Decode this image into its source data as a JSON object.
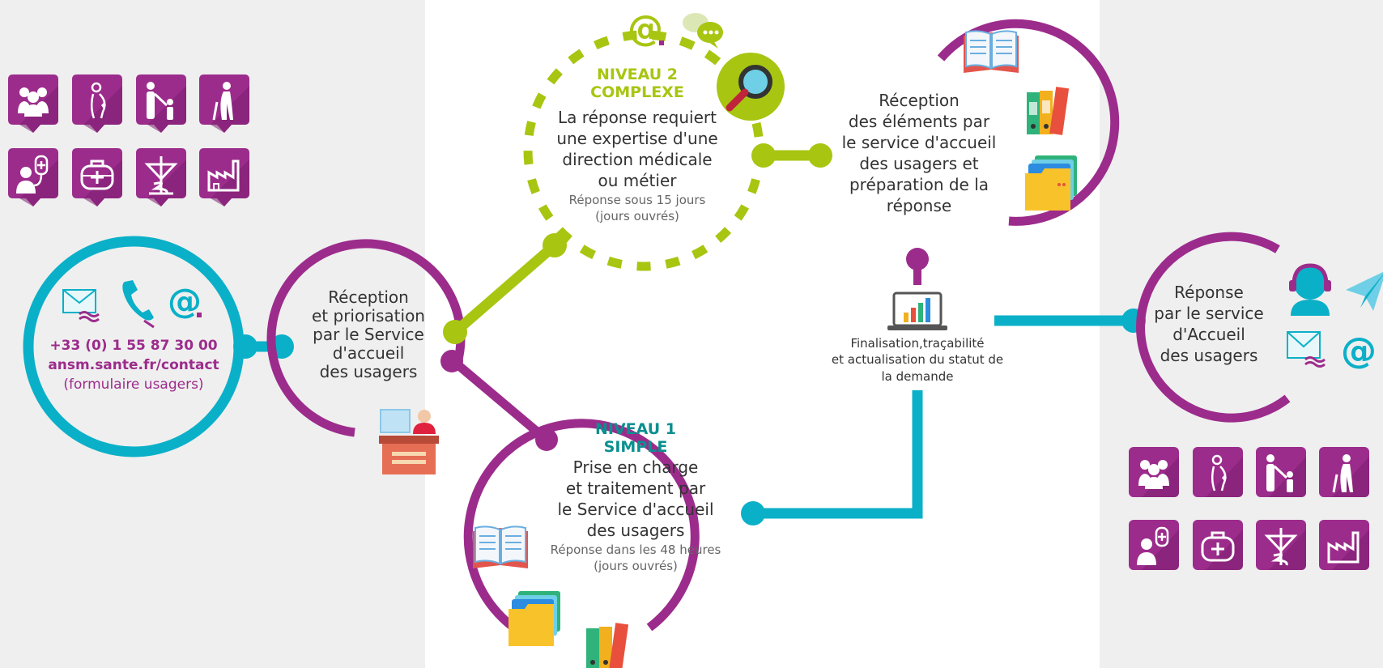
{
  "colors": {
    "purple": "#9c2c8c",
    "teal": "#0ab0c8",
    "lime": "#a8c511",
    "panel": "#efefef",
    "text": "#333333",
    "level1": "#0b8f8f"
  },
  "contact": {
    "phone": "+33 (0) 1 55 87 30 00",
    "web": "ansm.sante.fr/contact",
    "form": "(formulaire usagers)"
  },
  "reception": {
    "lines": [
      "Réception",
      "et priorisation",
      "par le Service",
      "d'accueil",
      "des usagers"
    ]
  },
  "level2": {
    "title1": "NIVEAU 2",
    "title2": "COMPLEXE",
    "lines": [
      "La réponse requiert",
      "une expertise d'une",
      "direction médicale",
      "ou métier"
    ],
    "delay1": "Réponse sous 15 jours",
    "delay2": "(jours ouvrés)"
  },
  "level1": {
    "title1": "NIVEAU 1",
    "title2": "SIMPLE",
    "lines": [
      "Prise en charge",
      "et traitement par",
      "le Service d'accueil",
      "des usagers"
    ],
    "delay1": "Réponse dans les 48 heures",
    "delay2": "(jours ouvrés)"
  },
  "elements": {
    "lines": [
      "Réception",
      "des éléments par",
      "le service d'accueil",
      "des usagers et",
      "préparation de la",
      "réponse"
    ]
  },
  "finalisation": {
    "lines": [
      "Finalisation,traçabilité",
      "et actualisation du statut de",
      "la demande"
    ]
  },
  "response": {
    "lines": [
      "Réponse",
      "par le service",
      "d'Accueil",
      "des usagers"
    ]
  },
  "icons": {
    "user_types": [
      "group-icon",
      "pregnant-woman-icon",
      "parent-child-icon",
      "elderly-icon",
      "patient-doctor-icon",
      "medical-kit-icon",
      "pharmacy-icon",
      "factory-icon"
    ],
    "contact": [
      "mail-icon",
      "phone-icon",
      "at-icon"
    ]
  }
}
